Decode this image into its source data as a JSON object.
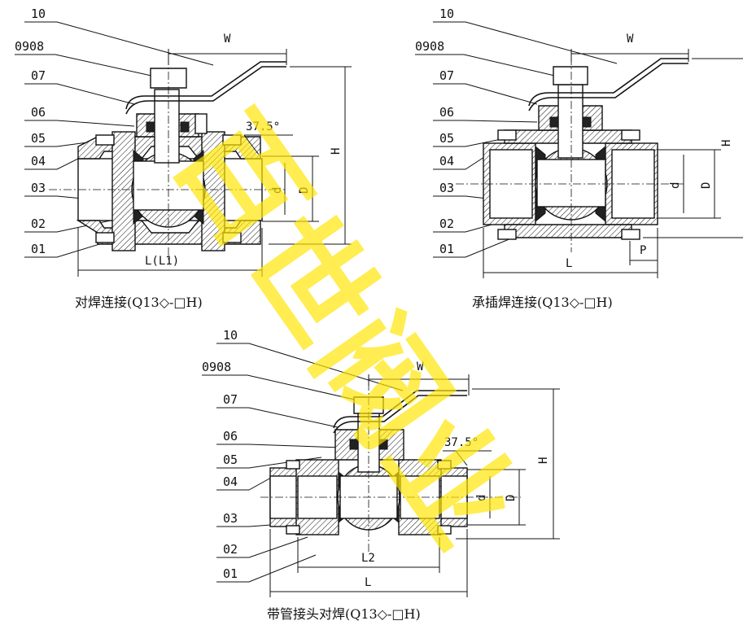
{
  "views": [
    {
      "caption": "对焊连接(Q13◇-□H)",
      "part_labels": [
        "10",
        "0908",
        "07",
        "06",
        "05",
        "04",
        "03",
        "02",
        "01"
      ],
      "dims": {
        "width": "W",
        "height": "H",
        "angle": "37.5°",
        "d": "d",
        "D": "D",
        "length": "L(L1)"
      }
    },
    {
      "caption": "承插焊连接(Q13◇-□H)",
      "part_labels": [
        "10",
        "0908",
        "07",
        "06",
        "05",
        "04",
        "03",
        "02",
        "01"
      ],
      "dims": {
        "width": "W",
        "height": "H",
        "d": "d",
        "D": "D",
        "length": "L",
        "socket": "P"
      }
    },
    {
      "caption": "带管接头对焊(Q13◇-□H)",
      "part_labels": [
        "10",
        "0908",
        "07",
        "06",
        "05",
        "04",
        "03",
        "02",
        "01"
      ],
      "dims": {
        "width": "W",
        "height": "H",
        "angle": "37.5°",
        "d": "d",
        "D": "D",
        "inner_length": "L2",
        "length": "L"
      }
    }
  ],
  "watermark": {
    "text": "百世阀业",
    "color": "#ffe600"
  }
}
